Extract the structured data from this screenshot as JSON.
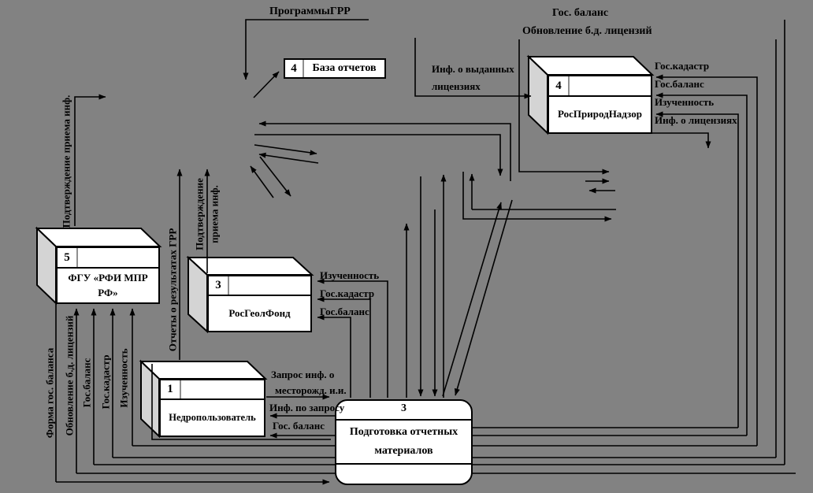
{
  "diagram": {
    "background": "#828282",
    "accent_black": "#000000",
    "side_face_gray": "#d4d4d4",
    "boxes": {
      "baza": {
        "number": "4",
        "name": "База отчетов"
      },
      "rpn": {
        "number": "4",
        "name": "РосПриродНадзор"
      },
      "fgu": {
        "number": "5",
        "name_line1": "ФГУ «РФИ МПР",
        "name_line2": "РФ»"
      },
      "rgf": {
        "number": "3",
        "name": "РосГеолФонд"
      },
      "nedro": {
        "number": "1",
        "name": "Недропользователь"
      },
      "process": {
        "number": "3",
        "name_line1": "Подготовка отчетных",
        "name_line2": "материалов"
      }
    },
    "labels": {
      "programmy_grr": "ПрограммыГРР",
      "gos_balans_top": "Гос. баланс",
      "obnovlenie_top": "Обновление б.д. лицензий",
      "inf_vydannyh_1": "Инф. о выданных",
      "inf_vydannyh_2": "лицензиях",
      "rpn_gos_kadastr": "Гос.кадастр",
      "rpn_gos_balans": "Гос.баланс",
      "rpn_izuchennost": "Изученность",
      "rpn_inf_licenzii": "Инф. о лицензиях",
      "podtverzhdenie_left": "Подтверждение  приема инф.",
      "otchety_grr": "Отчеты о результатах ГРР",
      "podtverzhdenie_c1": "Подтверждение",
      "podtverzhdenie_c2": "приема инф.",
      "rgf_izuchennost": "Изученность",
      "rgf_gos_kadastr": "Гос.кадастр",
      "rgf_gos_balans": "Гос.баланс",
      "zapros_1": "Запрос инф. о",
      "zapros_2": "месторожд. и.и.",
      "inf_po_zaprosu": "Инф. по запросу",
      "gos_balans_nedro": "Гос. баланс",
      "forma_gos_balansa": "Форма гос. баланса",
      "obnovlenie_left": "Обновление б.д. лицензий",
      "gos_balans_left": "Гос.баланс",
      "gos_kadastr_left": "Гос.кадастр",
      "izuchennost_left": "Изученность"
    }
  }
}
